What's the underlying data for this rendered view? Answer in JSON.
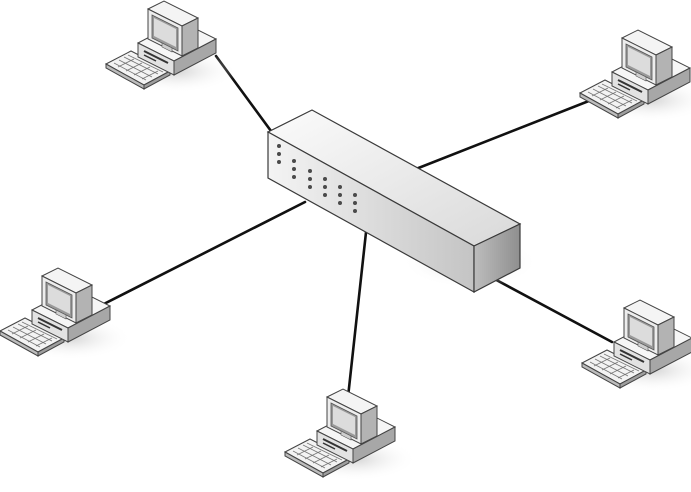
{
  "diagram": {
    "type": "star-network-topology",
    "hub": {
      "kind": "network-switch"
    },
    "nodes": [
      {
        "id": "pc-top-left",
        "kind": "desktop-computer"
      },
      {
        "id": "pc-top-right",
        "kind": "desktop-computer"
      },
      {
        "id": "pc-left",
        "kind": "desktop-computer"
      },
      {
        "id": "pc-bottom",
        "kind": "desktop-computer"
      },
      {
        "id": "pc-bottom-right",
        "kind": "desktop-computer"
      }
    ],
    "links": [
      {
        "from": "pc-top-left",
        "to": "hub"
      },
      {
        "from": "pc-top-right",
        "to": "hub"
      },
      {
        "from": "pc-left",
        "to": "hub"
      },
      {
        "from": "pc-bottom",
        "to": "hub"
      },
      {
        "from": "pc-bottom-right",
        "to": "hub"
      }
    ],
    "colors": {
      "cable": "#111111",
      "device_light": "#f2f2f2",
      "device_mid": "#cfcfcf",
      "device_dark": "#8a8a8a",
      "outline": "#3a3a3a",
      "shadow": "#d4d4d4"
    }
  }
}
